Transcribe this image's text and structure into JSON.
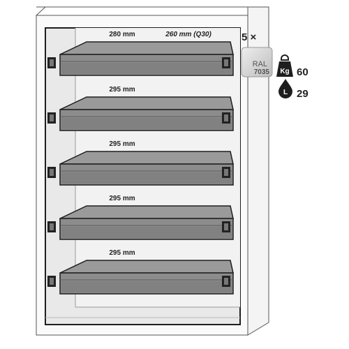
{
  "cabinet": {
    "drawer_count_label": "5 ×",
    "color_swatch": {
      "line1": "RAL",
      "line2": "7035",
      "color": "#d4d4d4"
    },
    "load": {
      "icon": "weight-kg-icon",
      "icon_text": "Kg",
      "value": "60"
    },
    "volume": {
      "icon": "liquid-drop-icon",
      "icon_text": "L",
      "value": "29"
    }
  },
  "drawers": [
    {
      "width_label": "280 mm",
      "extra_label": "260 mm (Q30)"
    },
    {
      "width_label": "295 mm"
    },
    {
      "width_label": "295 mm"
    },
    {
      "width_label": "295 mm"
    },
    {
      "width_label": "295 mm"
    }
  ],
  "colors": {
    "drawer_fill": "#8c8c8c",
    "drawer_dark": "#6e6e6e",
    "cabinet_interior": "#e9e9e9",
    "outline": "#1e1e1e"
  }
}
